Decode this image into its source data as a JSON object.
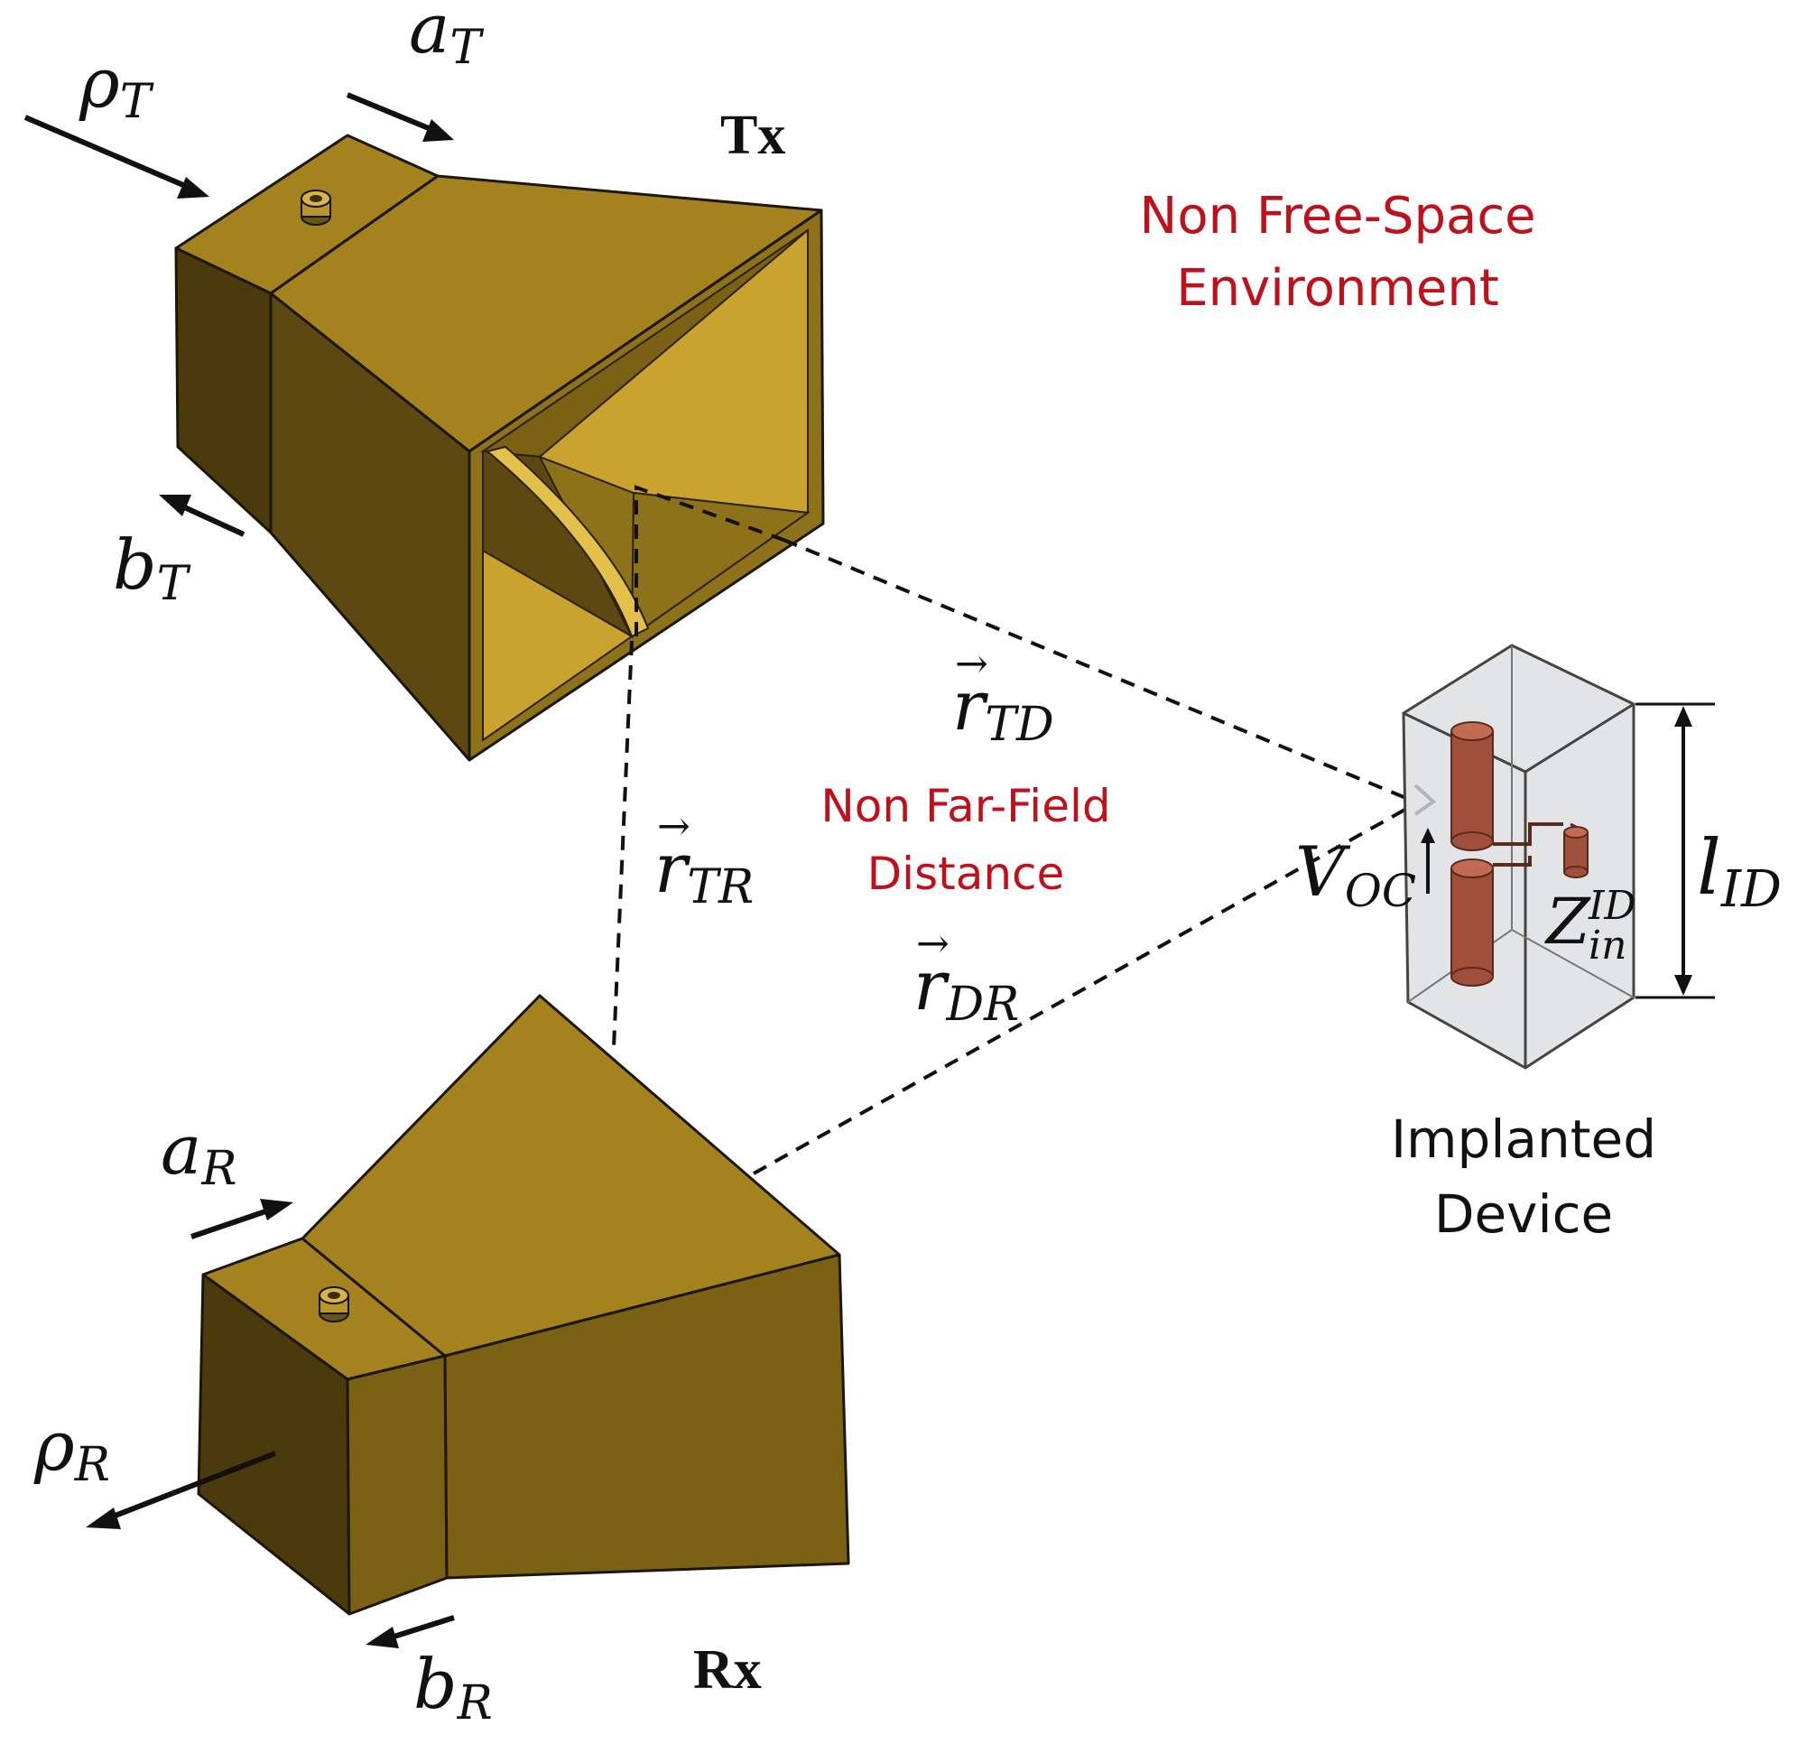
{
  "colors": {
    "horn_top": "#a4831f",
    "horn_side_light": "#7a6113",
    "horn_side_dark": "#5c4810",
    "horn_front": "#4a3a0c",
    "horn_inner_light": "#c9a32e",
    "horn_inner_mid": "#8e7219",
    "device_glass": "#dcdde0",
    "device_edge": "#333333",
    "copper": "#a0503a",
    "annotation_red": "#c0101c",
    "ink": "#111111"
  },
  "labels": {
    "tx": "Tx",
    "rx": "Rx",
    "env_line1": "Non Free-Space",
    "env_line2": "Environment",
    "dist_line1": "Non Far-Field",
    "dist_line2": "Distance",
    "device_line1": "Implanted",
    "device_line2": "Device"
  },
  "math": {
    "rho_T": {
      "base": "ρ",
      "sub": "T"
    },
    "a_T": {
      "base": "a",
      "sub": "T"
    },
    "b_T": {
      "base": "b",
      "sub": "T"
    },
    "rho_R": {
      "base": "ρ",
      "sub": "R"
    },
    "a_R": {
      "base": "a",
      "sub": "R"
    },
    "b_R": {
      "base": "b",
      "sub": "R"
    },
    "r_TD": {
      "base": "r",
      "sub": "TD",
      "accent": "→"
    },
    "r_TR": {
      "base": "r",
      "sub": "TR",
      "accent": "→"
    },
    "r_DR": {
      "base": "r",
      "sub": "DR",
      "accent": "→"
    },
    "V_OC": {
      "base": "V",
      "sub": "OC"
    },
    "Z_in_ID": {
      "base": "Z",
      "sub": "in",
      "sup": "ID"
    },
    "l_ID": {
      "base": "l",
      "sub": "ID"
    }
  },
  "icons": {
    "tx_horn": "horn-antenna-icon",
    "rx_horn": "horn-antenna-icon",
    "implant": "implanted-dipole-icon"
  }
}
